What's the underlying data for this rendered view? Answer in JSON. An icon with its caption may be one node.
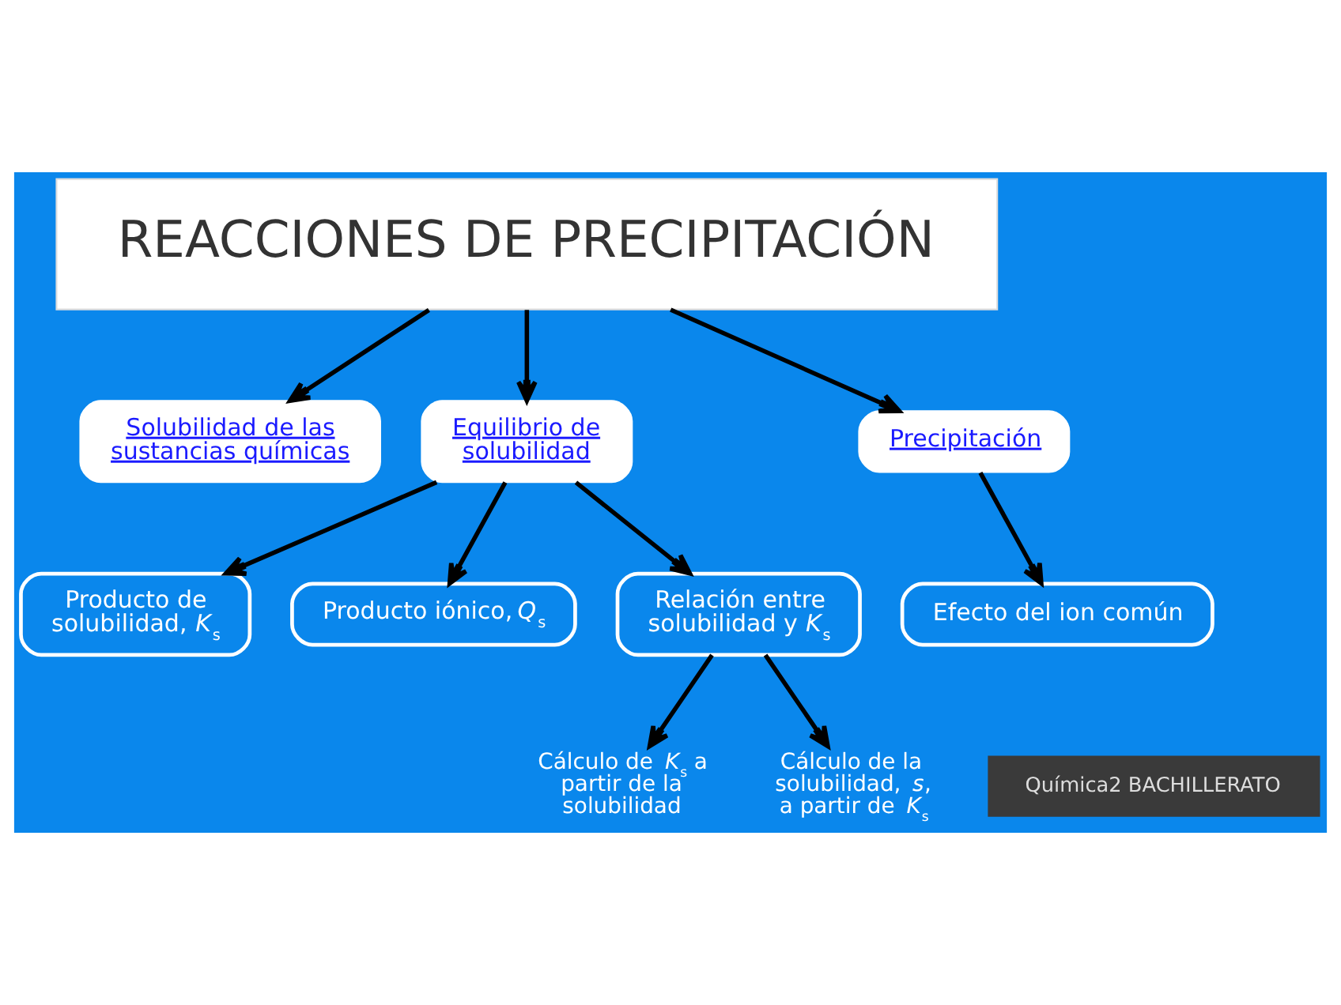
{
  "diagram": {
    "nodes": [
      {
        "text": [
          "REACCIONES DE PRECIPITACIÓN"
        ]
      },
      {
        "text": [
          "Solubilidad de las sustancias químicas"
        ]
      },
      {
        "text": [
          "Equilibrio de solubilidad"
        ]
      },
      {
        "text": [
          "Precipitación"
        ]
      },
      {
        "text": [
          "Producto de solubilidad, *K*$_{s}$"
        ]
      },
      {
        "text": [
          "Producto iónico, *Q*$_{s}$"
        ]
      },
      {
        "text": [
          "Relación entre solubilidad y *K*$_{s}$"
        ]
      },
      {
        "text": [
          "Efecto del ion común"
        ]
      },
      {
        "text": [
          "Cálculo de *K*$_{s}$ a partir de la solubilidad"
        ]
      },
      {
        "text": [
          "Cálculo de la solubilidad, *s*, a partir de *K*$_{s}$"
        ]
      }
    ],
    "edges": [
      {
        "from": 0,
        "to": 1,
        "arrow": "to"
      },
      {
        "from": 0,
        "to": 2,
        "arrow": "to"
      },
      {
        "from": 0,
        "to": 3,
        "arrow": "to"
      },
      {
        "from": 2,
        "to": 4,
        "arrow": "to"
      },
      {
        "from": 2,
        "to": 5,
        "arrow": "to"
      },
      {
        "from": 2,
        "to": 6,
        "arrow": "to"
      },
      {
        "from": 3,
        "to": 7,
        "arrow": "to"
      },
      {
        "from": 6,
        "to": 8,
        "arrow": "to"
      },
      {
        "from": 6,
        "to": 9,
        "arrow": "to"
      }
    ],
    "labels": [
      "Química2 BACHILLERATO"
    ]
  }
}
